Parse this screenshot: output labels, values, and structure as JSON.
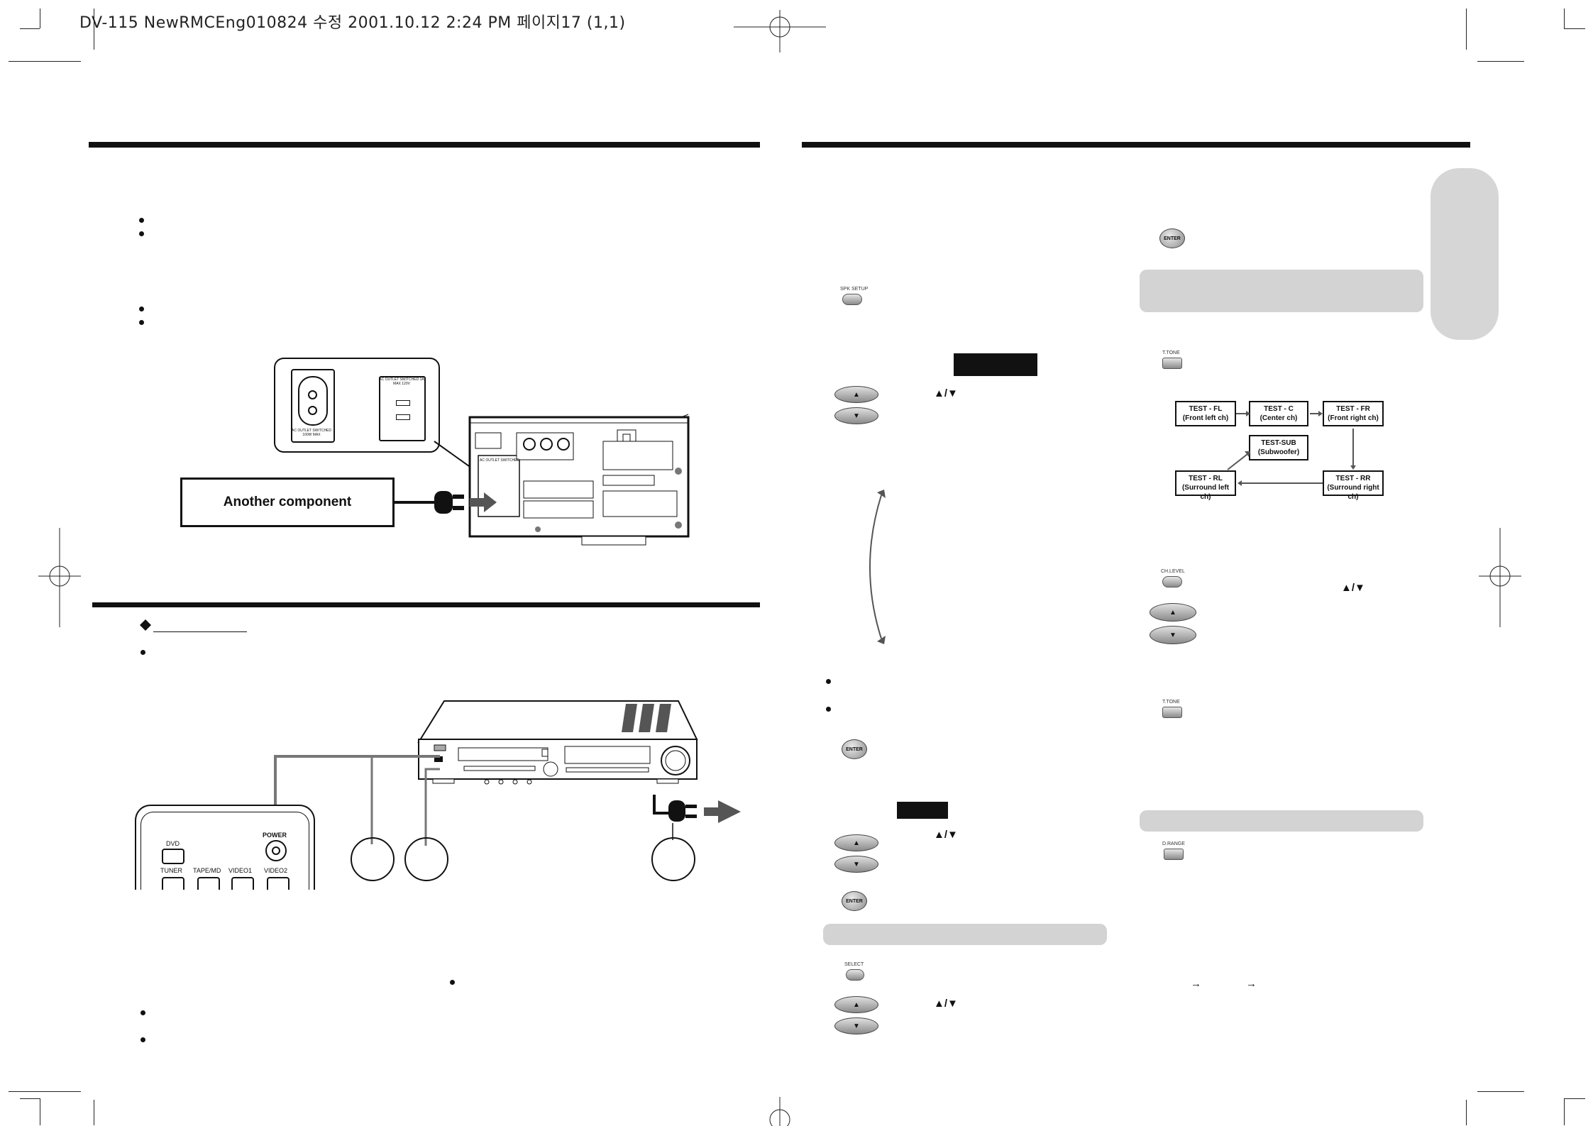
{
  "header": {
    "print_info": "DV-115 NewRMCEng010824 수정  2001.10.12 2:24 PM    페이지17 (1,1)"
  },
  "left": {
    "outlet_label_left": "AC OUTLET SWITCHED 100W MAX",
    "outlet_label_right": "AC OUTLET SWITCHED 1A MAX 120V",
    "another_component": "Another component",
    "rear_jack_label": "AC OUTLET SWITCHED",
    "remote": {
      "power": "POWER",
      "dvd": "DVD",
      "tuner": "TUNER",
      "tapemd": "TAPE/MD",
      "video1": "VIDEO1",
      "video2": "VIDEO2"
    }
  },
  "right": {
    "buttons": {
      "spk_setup": "SPK SETUP",
      "enter": "ENTER",
      "t_tone": "T.TONE",
      "ch_level": "CH.LEVEL",
      "d_range": "D.RANGE",
      "select": "SELECT"
    },
    "up_down": "▲/▼",
    "up": "▲",
    "down": "▼",
    "arrow_right": "→",
    "flow": {
      "fl": [
        "TEST - FL",
        "(Front left ch)"
      ],
      "c": [
        "TEST - C",
        "(Center ch)"
      ],
      "fr": [
        "TEST - FR",
        "(Front right ch)"
      ],
      "sub": [
        "TEST-SUB",
        "(Subwoofer)"
      ],
      "rl": [
        "TEST - RL",
        "(Surround left ch)"
      ],
      "rr": [
        "TEST - RR",
        "(Surround right ch)"
      ]
    }
  }
}
